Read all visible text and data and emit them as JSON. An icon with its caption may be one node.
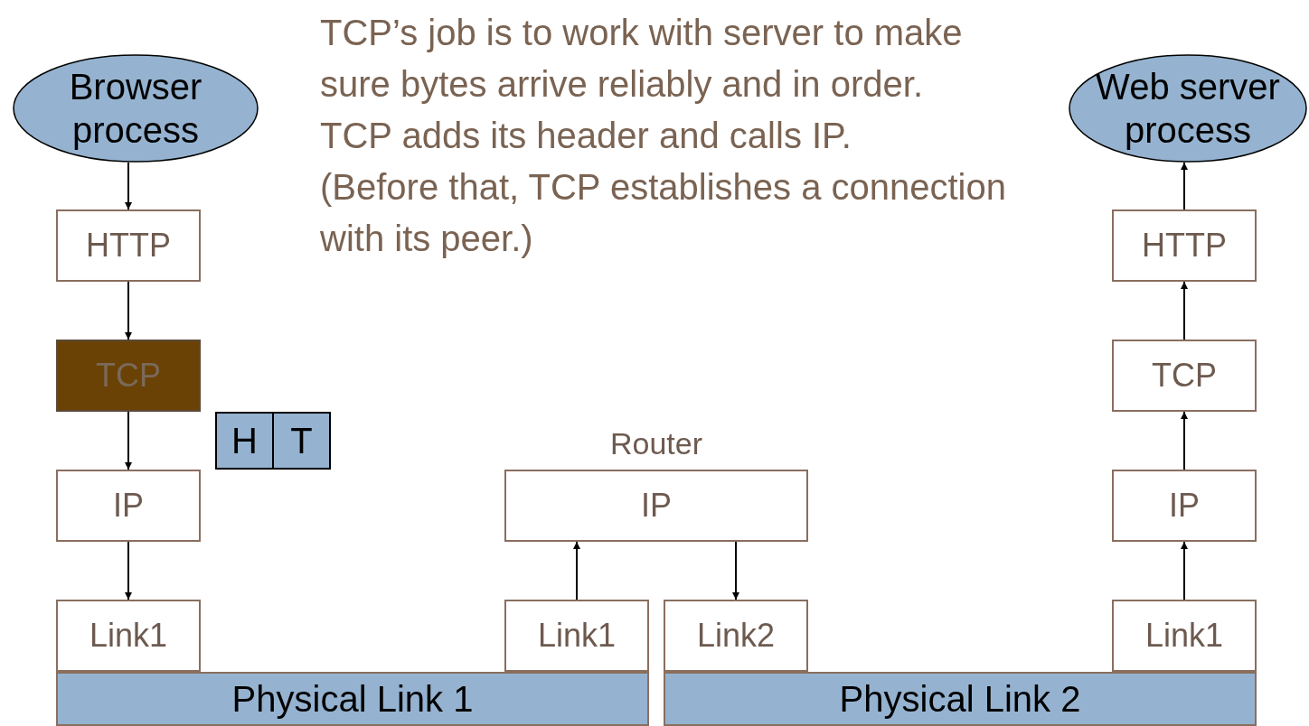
{
  "diagram": {
    "nodes": [
      {
        "text": [
          "Browser process"
        ]
      },
      {
        "text": [
          "HTTP"
        ]
      },
      {
        "text": [
          "TCP"
        ]
      },
      {
        "text": [
          "H",
          "T"
        ]
      },
      {
        "text": [
          "IP"
        ]
      },
      {
        "text": [
          "Link1"
        ]
      },
      {
        "text": [
          "Physical Link 1"
        ]
      },
      {
        "text": [
          "IP"
        ],
        "beside": [
          "Router"
        ]
      },
      {
        "text": [
          "Link1"
        ]
      },
      {
        "text": [
          "Link2"
        ]
      },
      {
        "text": [
          "Physical Link 2"
        ]
      },
      {
        "text": [
          "Web server process"
        ]
      },
      {
        "text": [
          "HTTP"
        ]
      },
      {
        "text": [
          "TCP"
        ]
      },
      {
        "text": [
          "IP"
        ]
      },
      {
        "text": [
          "Link1"
        ]
      }
    ],
    "edges": [
      {
        "from": 0,
        "to": 1,
        "arrow": "to"
      },
      {
        "from": 1,
        "to": 2,
        "arrow": "to"
      },
      {
        "from": 2,
        "to": 4,
        "arrow": "to"
      },
      {
        "from": 4,
        "to": 5,
        "arrow": "to"
      },
      {
        "from": 8,
        "to": 7,
        "arrow": "to"
      },
      {
        "from": 7,
        "to": 9,
        "arrow": "to"
      },
      {
        "from": 15,
        "to": 14,
        "arrow": "to"
      },
      {
        "from": 14,
        "to": 13,
        "arrow": "to"
      },
      {
        "from": 13,
        "to": 12,
        "arrow": "to"
      },
      {
        "from": 12,
        "to": 11,
        "arrow": "to"
      }
    ],
    "labels": [
      "TCP’s job is to work with server to make sure bytes arrive reliably and in order.",
      "TCP adds its header and calls IP.",
      "(Before that, TCP establishes a connection with its peer.)"
    ]
  }
}
